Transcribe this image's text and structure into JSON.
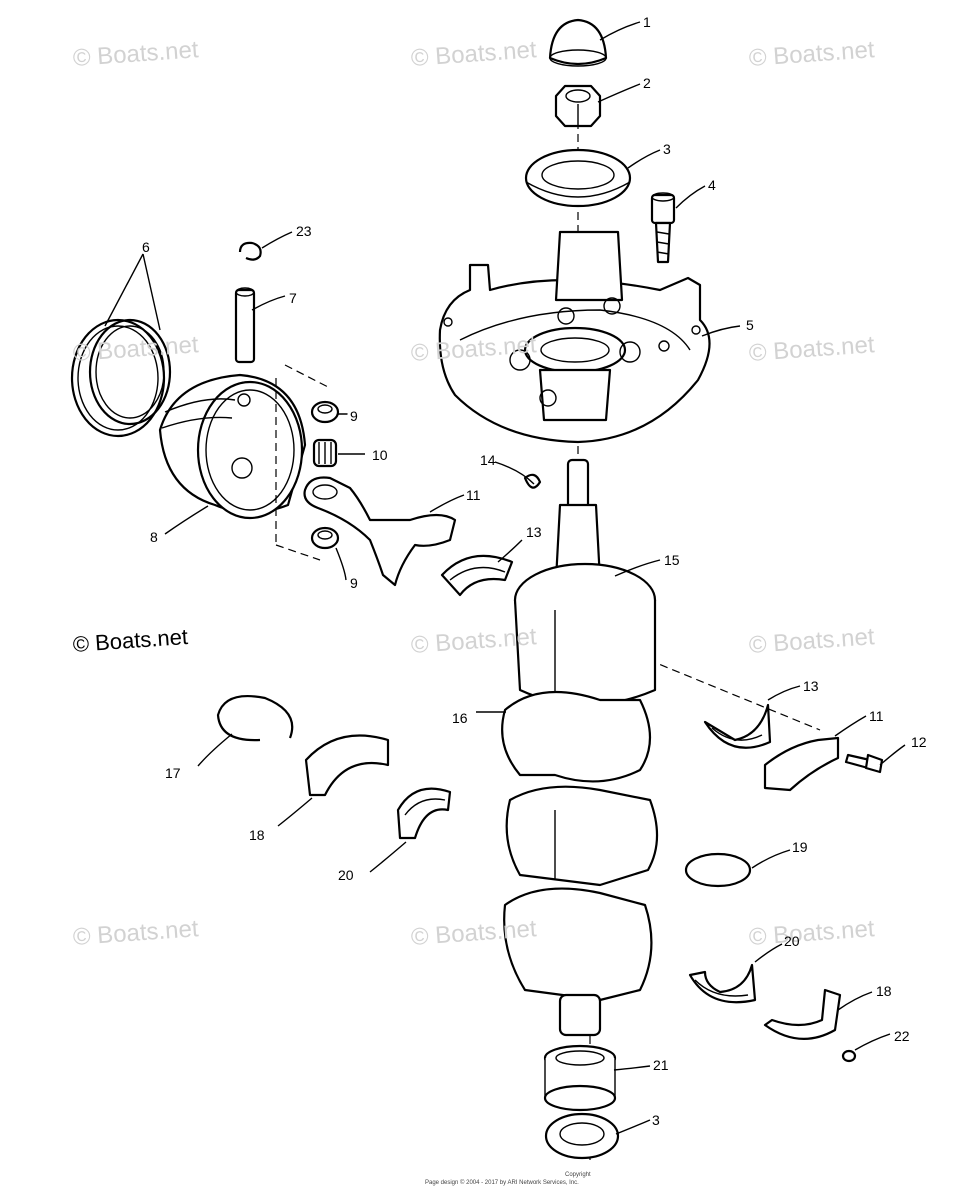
{
  "watermark": {
    "text": "© Boats.net",
    "strong_text": "© Boats.net"
  },
  "callouts": [
    "1",
    "2",
    "3",
    "4",
    "5",
    "6",
    "7",
    "8",
    "9",
    "10",
    "11",
    "12",
    "13",
    "14",
    "15",
    "16",
    "17",
    "18",
    "19",
    "20",
    "21",
    "22",
    "23"
  ],
  "callout_labels": {
    "c1": "1",
    "c2": "2",
    "c3a": "3",
    "c3b": "3",
    "c4": "4",
    "c5": "5",
    "c6": "6",
    "c7": "7",
    "c8": "8",
    "c9a": "9",
    "c9b": "9",
    "c10": "10",
    "c11a": "11",
    "c11b": "11",
    "c12": "12",
    "c13a": "13",
    "c13b": "13",
    "c14": "14",
    "c15": "15",
    "c16": "16",
    "c17": "17",
    "c18a": "18",
    "c18b": "18",
    "c19": "19",
    "c20a": "20",
    "c20b": "20",
    "c21": "21",
    "c22": "22",
    "c23": "23"
  },
  "footer": {
    "line1": "Copyright",
    "line2": "Page design © 2004 - 2017 by ARI Network Services, Inc."
  },
  "colors": {
    "line": "#000000",
    "watermark": "#d2d2d2",
    "background": "#ffffff"
  }
}
